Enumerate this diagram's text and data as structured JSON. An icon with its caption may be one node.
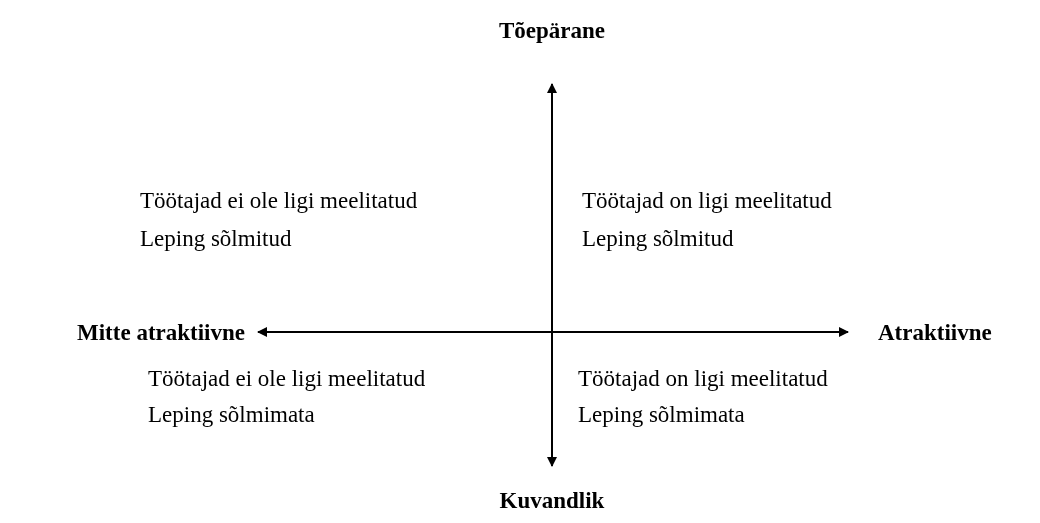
{
  "diagram": {
    "labels": [
      "Tõepärane",
      "Töötajad ei ole ligi meelitatud",
      "Leping sõlmitud",
      "Töötajad on ligi meelitatud",
      "Leping sõlmitud",
      "Mitte atraktiivne",
      "Atraktiivne",
      "Töötajad ei ole ligi meelitatud",
      "Leping sõlmimata",
      "Töötajad on ligi meelitatud",
      "Leping sõlmimata",
      "Kuvandlik"
    ]
  }
}
